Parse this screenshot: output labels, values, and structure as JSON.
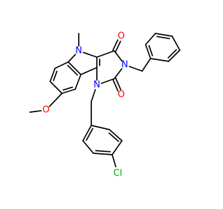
{
  "colors": {
    "bond": "#000000",
    "N": "#0000ff",
    "O": "#ff0000",
    "C": "#000000",
    "Cl": "#00aa00"
  },
  "atom_labels": {
    "n_indole": "N",
    "n3": "N",
    "n1": "N",
    "o_carbonyl_4": "O",
    "o_carbonyl_2": "O",
    "o_methoxy": "O",
    "chlorine": "Cl"
  }
}
